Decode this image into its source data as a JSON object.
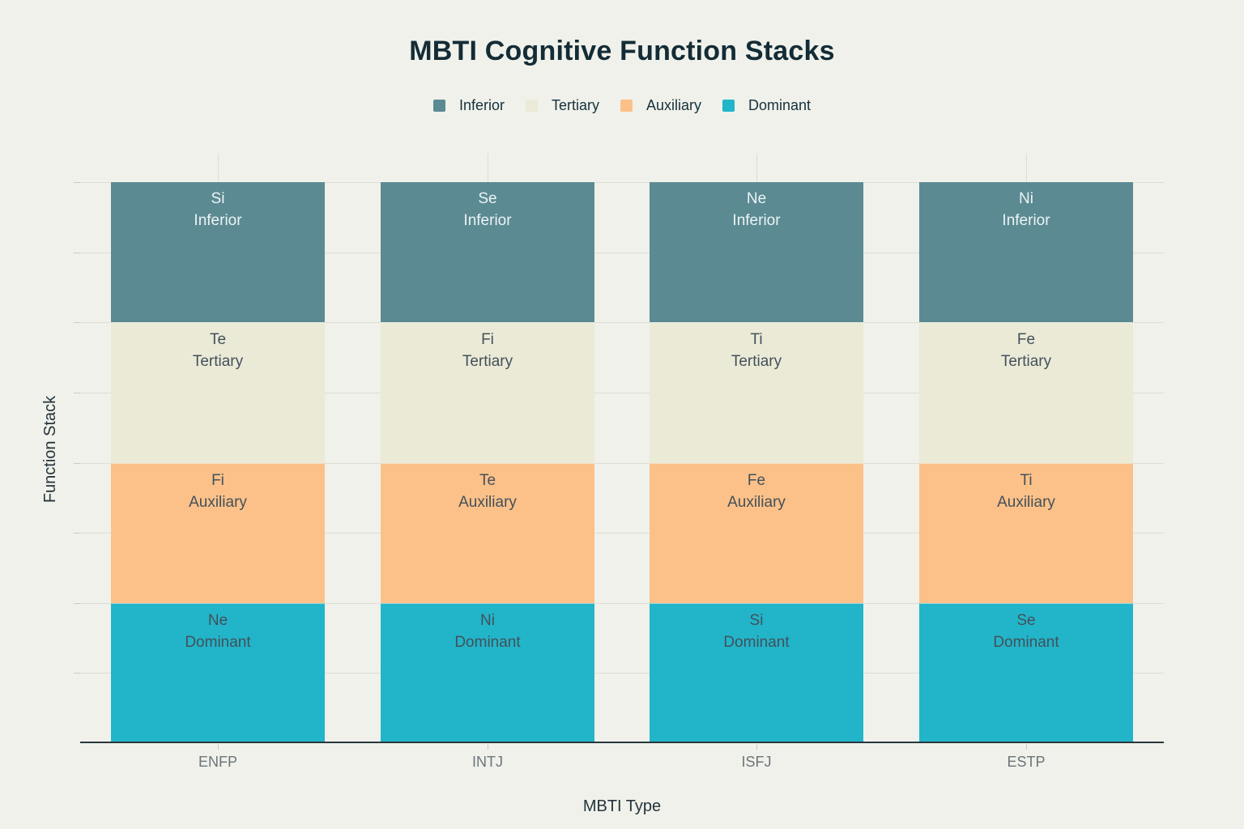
{
  "chart_data": {
    "type": "bar",
    "stacked": true,
    "title": "MBTI Cognitive Function Stacks",
    "xlabel": "MBTI Type",
    "ylabel": "Function Stack",
    "categories": [
      "ENFP",
      "INTJ",
      "ISFJ",
      "ESTP"
    ],
    "ylim": [
      0,
      4.2
    ],
    "gridline_interval": 0.5,
    "grid": "horizontal gridlines every 0.5 units, y axis unlabeled; vertical gridline stubs above each bar center",
    "legend_position": "top",
    "legend_order": [
      "Inferior",
      "Tertiary",
      "Auxiliary",
      "Dominant"
    ],
    "series": [
      {
        "name": "Dominant",
        "color": "#22b5c9",
        "values": [
          1,
          1,
          1,
          1
        ],
        "functions": [
          "Ne",
          "Ni",
          "Si",
          "Se"
        ]
      },
      {
        "name": "Auxiliary",
        "color": "#fbc189",
        "values": [
          1,
          1,
          1,
          1
        ],
        "functions": [
          "Fi",
          "Te",
          "Fe",
          "Ti"
        ]
      },
      {
        "name": "Tertiary",
        "color": "#eaead7",
        "values": [
          1,
          1,
          1,
          1
        ],
        "functions": [
          "Te",
          "Fi",
          "Ti",
          "Fe"
        ]
      },
      {
        "name": "Inferior",
        "color": "#5b8a93",
        "values": [
          1,
          1,
          1,
          1
        ],
        "functions": [
          "Si",
          "Se",
          "Ne",
          "Ni"
        ]
      }
    ],
    "colors": {
      "background": "#f0f1ea",
      "gridline": "#dcded6",
      "axis_line": "#28363d",
      "tick": "#c9ccc4",
      "title_text": "#132c36",
      "legend_text": "#16313d",
      "segment_text_dark": "#44505a",
      "segment_text_light": "#ecf4f3",
      "category_label_text": "#6b757b",
      "axis_title_text": "#24343c"
    }
  }
}
